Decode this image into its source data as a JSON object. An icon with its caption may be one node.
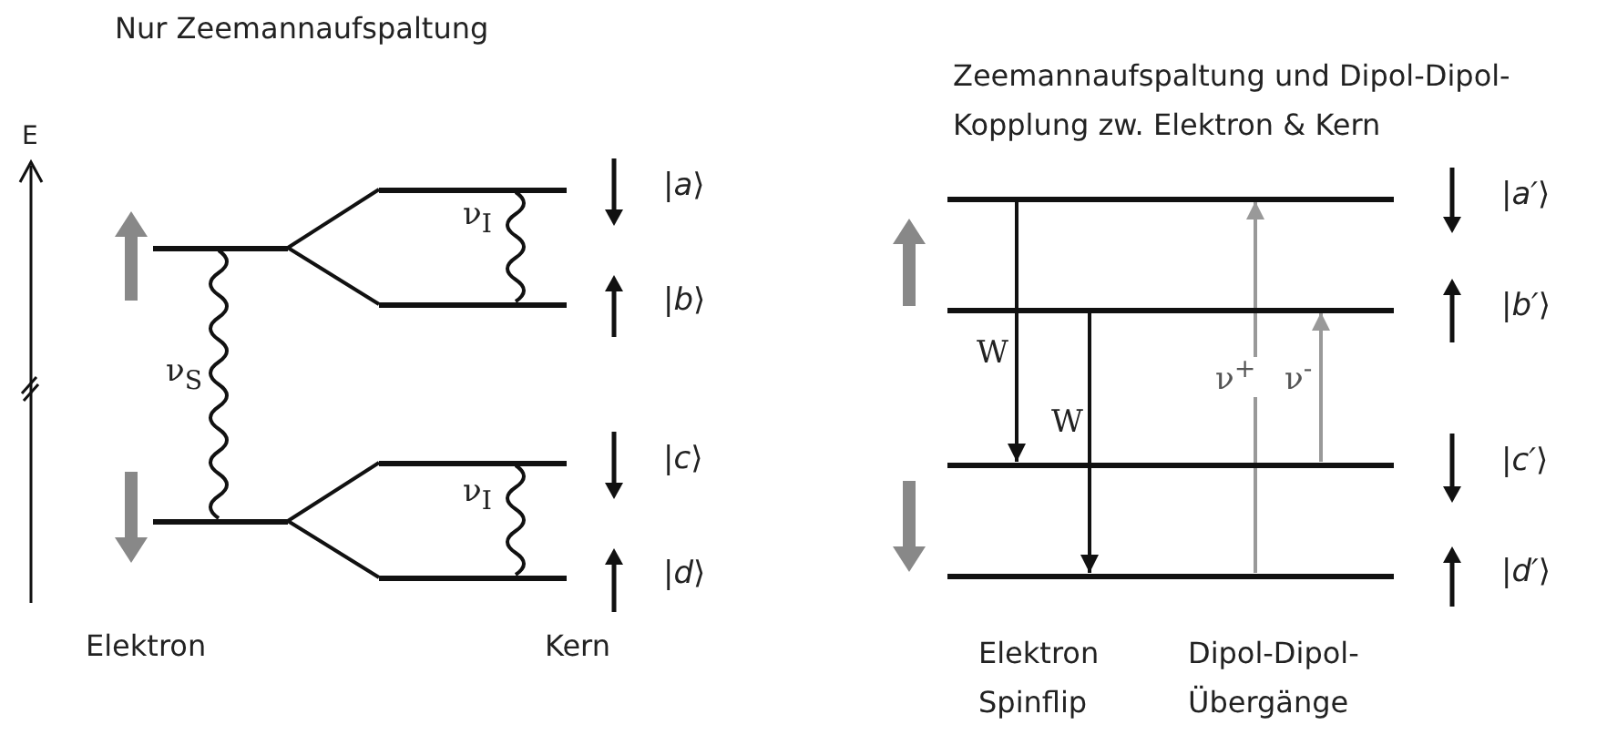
{
  "diagram": {
    "nodes": [
      {
        "text": [],
        "shape": "bar"
      },
      {
        "text": [],
        "shape": "bar"
      },
      {
        "text": [],
        "shape": "bar",
        "beside": [
          "|*a*⟩"
        ]
      },
      {
        "text": [],
        "shape": "bar",
        "beside": [
          "|*b*⟩"
        ]
      },
      {
        "text": [],
        "shape": "bar",
        "beside": [
          "|*c*⟩"
        ]
      },
      {
        "text": [],
        "shape": "bar",
        "beside": [
          "|*d*⟩"
        ]
      },
      {
        "text": [],
        "shape": "bar",
        "beside": [
          "|*a′*⟩"
        ]
      },
      {
        "text": [],
        "shape": "bar",
        "beside": [
          "|*b′*⟩"
        ]
      },
      {
        "text": [],
        "shape": "bar",
        "beside": [
          "|*c′*⟩"
        ]
      },
      {
        "text": [],
        "shape": "bar",
        "beside": [
          "|*d′*⟩"
        ]
      }
    ],
    "edges": [
      {
        "from": 0,
        "to": 2,
        "arrow": "none"
      },
      {
        "from": 0,
        "to": 3,
        "arrow": "none"
      },
      {
        "from": 1,
        "to": 4,
        "arrow": "none"
      },
      {
        "from": 1,
        "to": 5,
        "arrow": "none"
      },
      {
        "from": 0,
        "to": 1,
        "arrow": "none",
        "label": "ν$_{S}$"
      },
      {
        "from": 2,
        "to": 3,
        "arrow": "none",
        "label": "ν$_{I}$"
      },
      {
        "from": 4,
        "to": 5,
        "arrow": "none",
        "label": "ν$_{I}$"
      },
      {
        "from": 6,
        "to": 8,
        "arrow": "to",
        "label": "W"
      },
      {
        "from": 7,
        "to": 9,
        "arrow": "to",
        "label": "W"
      },
      {
        "from": 9,
        "to": 6,
        "arrow": "to",
        "label": "ν$^{+}$",
        "color": "#999999"
      },
      {
        "from": 8,
        "to": 7,
        "arrow": "to",
        "label": "ν$^{-}$",
        "color": "#999999"
      }
    ],
    "labels": [
      "Nur Zeemannaufspaltung",
      "Zeemannaufspaltung und Dipol-Dipol-Kopplung zw. Elektron & Kern",
      "E",
      "Elektron",
      "Kern",
      "Elektron Spinflip",
      "Dipol-Dipol-Übergänge"
    ]
  }
}
